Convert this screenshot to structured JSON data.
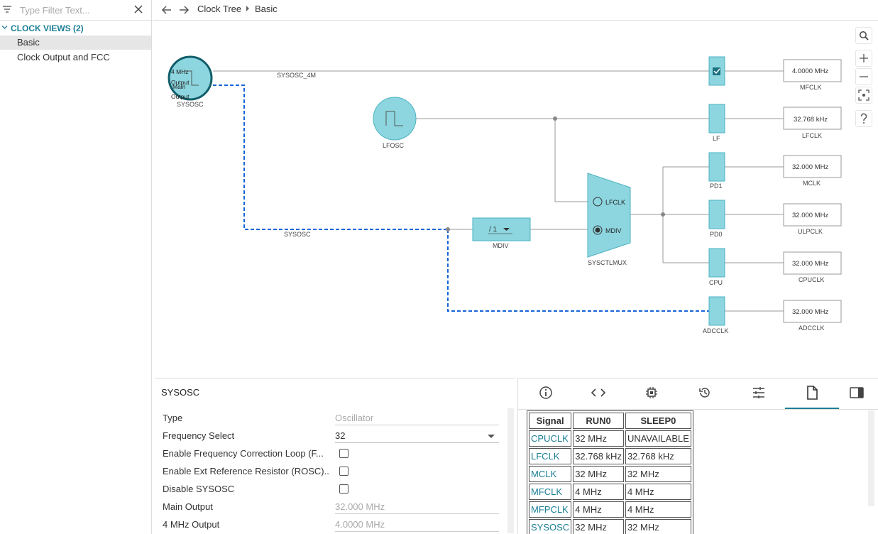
{
  "sidebar": {
    "filter_placeholder": "Type Filter Text...",
    "group_label": "CLOCK VIEWS (2)",
    "items": [
      {
        "label": "Basic",
        "selected": true
      },
      {
        "label": "Clock Output and FCC",
        "selected": false
      }
    ]
  },
  "breadcrumb": {
    "items": [
      "Clock Tree",
      "Basic"
    ]
  },
  "diagram": {
    "sysosc": {
      "label": "SYSOSC",
      "inner_lines": [
        "4 MHz",
        "Output",
        "Main",
        "Output"
      ]
    },
    "lfosc": {
      "label": "LFOSC"
    },
    "wire_sysosc_4m": "SYSOSC_4M",
    "wire_sysosc": "SYSOSC",
    "mdiv": {
      "label": "MDIV",
      "value": "/ 1"
    },
    "mux": {
      "label": "SYSCTLMUX",
      "options": [
        "LFCLK",
        "MDIV"
      ],
      "selected": "MDIV"
    },
    "gates": [
      "LF",
      "PD1",
      "PD0",
      "CPU",
      "ADCCLK"
    ],
    "outputs": [
      {
        "name": "MFCLK",
        "value": "4.0000 MHz"
      },
      {
        "name": "LFCLK",
        "value": "32.768 kHz"
      },
      {
        "name": "MCLK",
        "value": "32.000 MHz"
      },
      {
        "name": "ULPCLK",
        "value": "32.000 MHz"
      },
      {
        "name": "CPUCLK",
        "value": "32.000 MHz"
      },
      {
        "name": "ADCCLK",
        "value": "32.000 MHz"
      }
    ],
    "highlight_color": "#1565d8",
    "block_color": "#8dd6df"
  },
  "props": {
    "title": "SYSOSC",
    "rows": [
      {
        "label": "Type",
        "value": "Oscillator",
        "kind": "readonly"
      },
      {
        "label": "Frequency Select",
        "value": "32",
        "kind": "select"
      },
      {
        "label": "Enable Frequency Correction Loop (F...",
        "kind": "checkbox"
      },
      {
        "label": "Enable Ext Reference Resistor (ROSC)...",
        "kind": "checkbox"
      },
      {
        "label": "Disable SYSOSC",
        "kind": "checkbox"
      },
      {
        "label": "Main Output",
        "value": "32.000 MHz",
        "kind": "readonly"
      },
      {
        "label": "4 MHz Output",
        "value": "4.0000 MHz",
        "kind": "readonly"
      }
    ]
  },
  "details": {
    "tabs": [
      "info-icon",
      "code-icon",
      "chip-icon",
      "history-icon",
      "settings-sliders-icon",
      "document-icon"
    ],
    "active_tab": 5,
    "table": {
      "headers": [
        "Signal",
        "RUN0",
        "SLEEP0"
      ],
      "rows": [
        [
          "CPUCLK",
          "32 MHz",
          "UNAVAILABLE"
        ],
        [
          "LFCLK",
          "32.768 kHz",
          "32.768 kHz"
        ],
        [
          "MCLK",
          "32 MHz",
          "32 MHz"
        ],
        [
          "MFCLK",
          "4 MHz",
          "4 MHz"
        ],
        [
          "MFPCLK",
          "4 MHz",
          "4 MHz"
        ],
        [
          "SYSOSC",
          "32 MHz",
          "32 MHz"
        ]
      ]
    }
  }
}
